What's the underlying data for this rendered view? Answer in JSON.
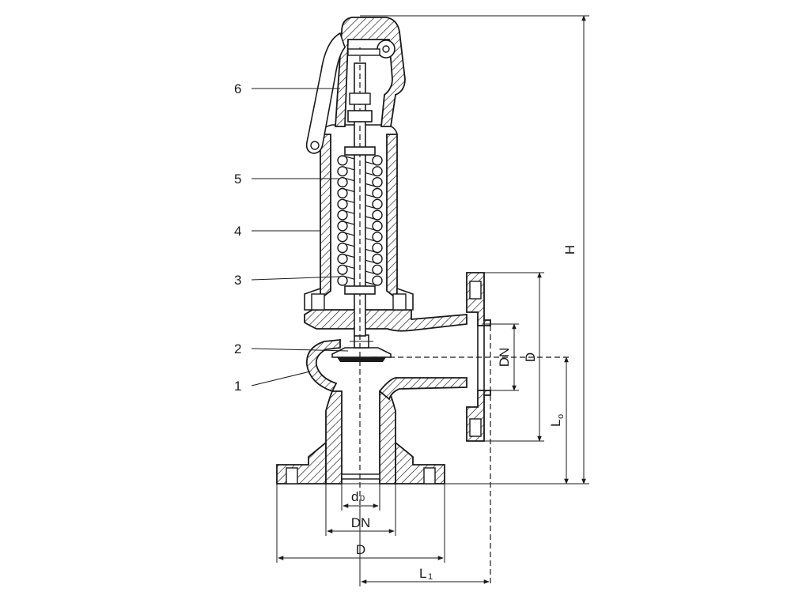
{
  "callouts": {
    "c1": "1",
    "c2": "2",
    "c3": "3",
    "c4": "4",
    "c5": "5",
    "c6": "6"
  },
  "dimensions": {
    "height": "H",
    "outlet_dn": "DN",
    "outlet_d": "D",
    "outlet_lo_main": "L",
    "outlet_lo_sub": "o",
    "inlet_d0_main": "d",
    "inlet_d0_sub": "0",
    "inlet_dn": "DN",
    "inlet_d": "D",
    "l1_main": "L",
    "l1_sub": "1"
  }
}
